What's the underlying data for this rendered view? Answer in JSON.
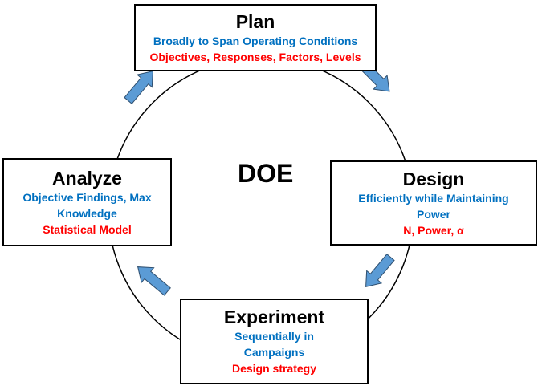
{
  "center_label": "DOE",
  "colors": {
    "subtitle": "#0070C0",
    "detail": "#FF0000",
    "arrow": "#5B9BD5"
  },
  "stages": {
    "plan": {
      "title": "Plan",
      "subtitle": "Broadly to Span Operating Conditions",
      "detail": "Objectives, Responses, Factors, Levels"
    },
    "design": {
      "title": "Design",
      "subtitle_1": "Efficiently while Maintaining",
      "subtitle_2": "Power",
      "detail": "N, Power, α"
    },
    "experiment": {
      "title": "Experiment",
      "subtitle_1": "Sequentially in",
      "subtitle_2": "Campaigns",
      "detail": "Design strategy"
    },
    "analyze": {
      "title": "Analyze",
      "subtitle_1": "Objective Findings, Max",
      "subtitle_2": "Knowledge",
      "detail": "Statistical Model"
    }
  }
}
